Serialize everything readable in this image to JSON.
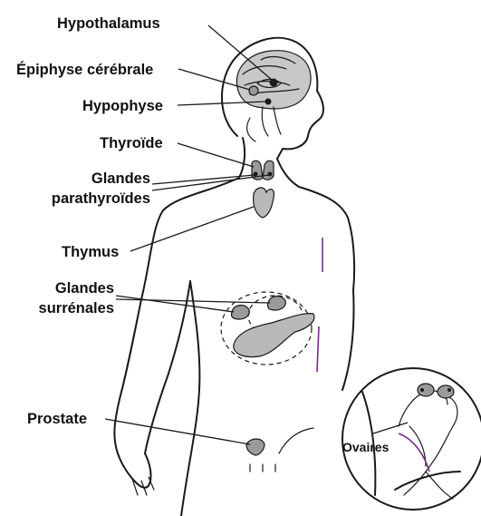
{
  "labels": {
    "hypothalamus": "Hypothalamus",
    "epiphyse": "Épiphyse cérébrale",
    "hypophyse": "Hypophyse",
    "thyroide": "Thyroïde",
    "parathyroides_line1": "Glandes",
    "parathyroides_line2": "parathyroïdes",
    "thymus": "Thymus",
    "surrenales_line1": "Glandes",
    "surrenales_line2": "surrénales",
    "prostate": "Prostate",
    "ovaires": "Ovaires"
  },
  "colors": {
    "organ_fill": "#9a9a9a",
    "accent_line": "#7a2a8a",
    "outline": "#1a1a1a"
  }
}
